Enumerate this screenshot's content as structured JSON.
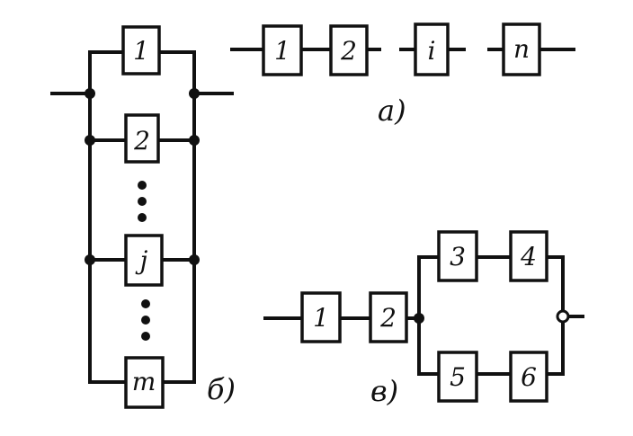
{
  "diagram_a": {
    "caption": "а)",
    "blocks": [
      "1",
      "2",
      "i",
      "n"
    ]
  },
  "diagram_b": {
    "caption": "б)",
    "blocks": [
      "1",
      "2",
      "j",
      "m"
    ]
  },
  "diagram_v": {
    "caption": "в)",
    "blocks": [
      "1",
      "2",
      "3",
      "4",
      "5",
      "6"
    ]
  }
}
